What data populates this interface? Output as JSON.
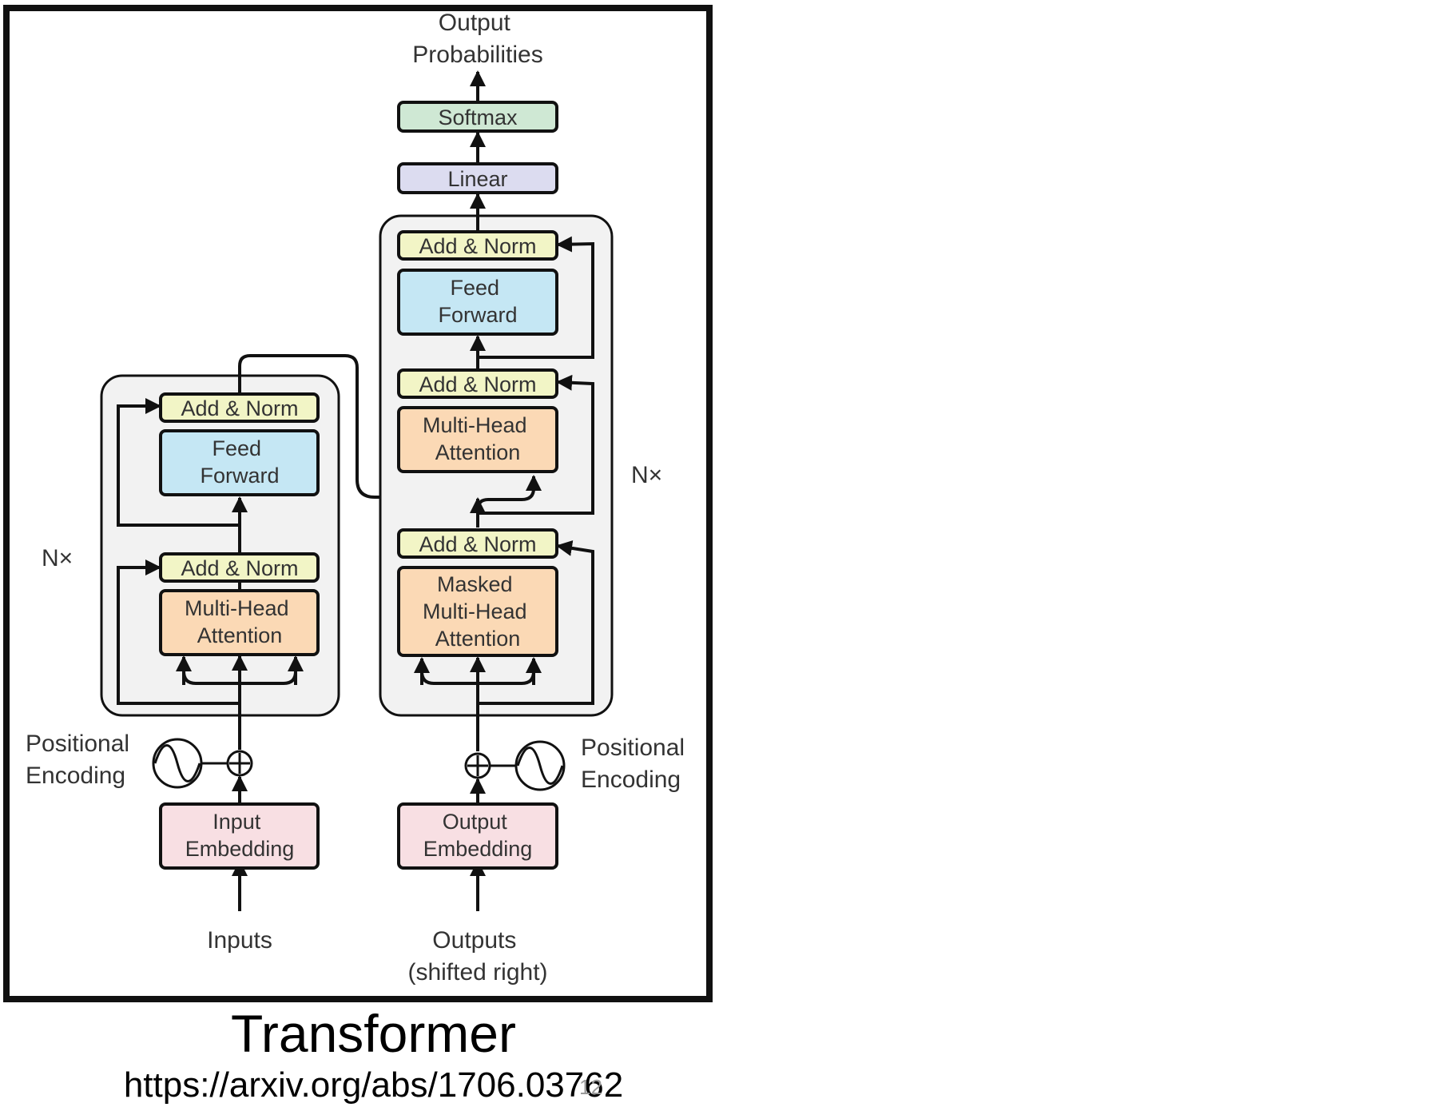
{
  "colors": {
    "frame": "#111111",
    "block_background": "#f2f2f2",
    "add_norm": "#f2f5c6",
    "feed_forward": "#c5e7f4",
    "attention": "#fbd9b5",
    "embedding": "#f8dfe3",
    "linear": "#dcdcf0",
    "softmax": "#cfe8d4",
    "line": "#111111",
    "text": "#333333"
  },
  "diagram": {
    "output_probabilities": [
      "Output",
      "Probabilities"
    ],
    "softmax": "Softmax",
    "linear": "Linear",
    "encoder": {
      "repeat_label": "N×",
      "add_norm_label": "Add & Norm",
      "feed_forward": [
        "Feed",
        "Forward"
      ],
      "multi_head_attention": [
        "Multi-Head",
        "Attention"
      ],
      "positional_encoding": [
        "Positional",
        "Encoding"
      ],
      "embedding": [
        "Input",
        "Embedding"
      ],
      "inputs": "Inputs"
    },
    "decoder": {
      "repeat_label": "N×",
      "add_norm_label": "Add & Norm",
      "feed_forward": [
        "Feed",
        "Forward"
      ],
      "multi_head_attention": [
        "Multi-Head",
        "Attention"
      ],
      "masked_multi_head_attention": [
        "Masked",
        "Multi-Head",
        "Attention"
      ],
      "positional_encoding": [
        "Positional",
        "Encoding"
      ],
      "embedding": [
        "Output",
        "Embedding"
      ],
      "outputs": [
        "Outputs",
        "(shifted right)"
      ]
    }
  },
  "caption": {
    "title": "Transformer",
    "url": "https://arxiv.org/abs/1706.03762"
  },
  "slide_number": "12"
}
